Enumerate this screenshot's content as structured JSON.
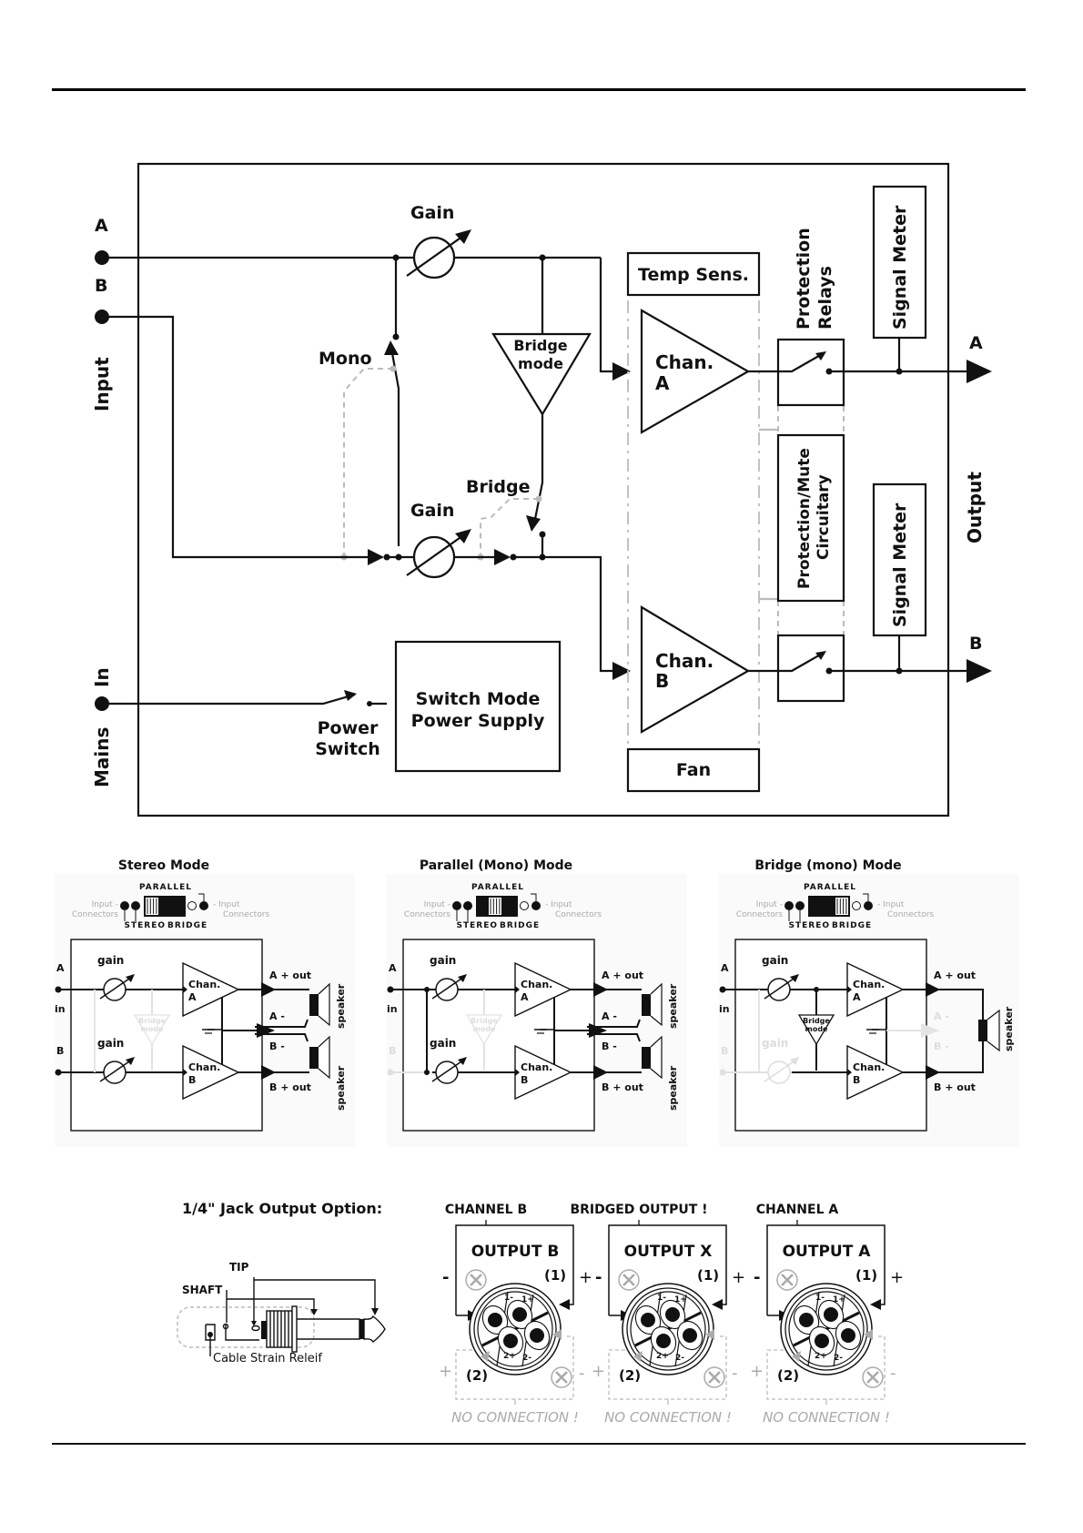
{
  "main_diagram": {
    "inputs": {
      "a": "A",
      "b": "B",
      "group_label": "Input"
    },
    "mains": {
      "in_label": "In",
      "mains_label": "Mains"
    },
    "gain_top": "Gain",
    "gain_bottom": "Gain",
    "mono_switch": "Mono",
    "bridge_switch": "Bridge",
    "bridge_mode": [
      "Bridge",
      "mode"
    ],
    "temp_sensor": "Temp Sens.",
    "fan": "Fan",
    "chan_a": [
      "Chan.",
      "A"
    ],
    "chan_b": [
      "Chan.",
      "B"
    ],
    "protection_relays": [
      "Protection",
      "Relays"
    ],
    "protection_mute": [
      "Protection/Mute",
      "Circuitary"
    ],
    "signal_meter_a": "Signal Meter",
    "signal_meter_b": "Signal Meter",
    "power_switch": [
      "Power",
      "Switch"
    ],
    "power_supply": [
      "Switch Mode",
      "Power Supply"
    ],
    "outputs": {
      "a": "A",
      "b": "B",
      "group_label": "Output"
    }
  },
  "modes": [
    {
      "title": "Stereo Mode",
      "switch_position": "stereo",
      "switch": {
        "parallel": "PARALLEL",
        "stereo": "STEREO",
        "bridge": "BRIDGE",
        "left_label": [
          "Input -",
          "Connectors"
        ],
        "right_label": [
          "- Input",
          "Connectors"
        ]
      },
      "labels": {
        "in_a": "A",
        "in_b": "B",
        "in": "in",
        "gain_a": "gain",
        "gain_b": "gain",
        "chan_a": [
          "Chan.",
          "A"
        ],
        "chan_b": [
          "Chan.",
          "B"
        ],
        "a_plus": "A + out",
        "a_minus": "A -",
        "b_minus": "B -",
        "b_plus": "B + out",
        "speaker_a": "speaker",
        "speaker_b": "speaker",
        "bridge_mode": [
          "Bridge",
          "mode"
        ]
      }
    },
    {
      "title": "Parallel (Mono) Mode",
      "switch_position": "parallel",
      "switch": {
        "parallel": "PARALLEL",
        "stereo": "STEREO",
        "bridge": "BRIDGE",
        "left_label": [
          "Input -",
          "Connectors"
        ],
        "right_label": [
          "- Input",
          "Connectors"
        ]
      },
      "labels": {
        "in_a": "A",
        "in_b": "B",
        "in": "in",
        "gain_a": "gain",
        "gain_b": "gain",
        "chan_a": [
          "Chan.",
          "A"
        ],
        "chan_b": [
          "Chan.",
          "B"
        ],
        "a_plus": "A + out",
        "a_minus": "A -",
        "b_minus": "B -",
        "b_plus": "B + out",
        "speaker_a": "speaker",
        "speaker_b": "speaker",
        "bridge_mode": [
          "Bridge",
          "mode"
        ]
      }
    },
    {
      "title": "Bridge (mono) Mode",
      "switch_position": "bridge",
      "switch": {
        "parallel": "PARALLEL",
        "stereo": "STEREO",
        "bridge": "BRIDGE",
        "left_label": [
          "Input -",
          "Connectors"
        ],
        "right_label": [
          "- Input",
          "Connectors"
        ]
      },
      "labels": {
        "in_a": "A",
        "in_b": "B",
        "in": "in",
        "gain_a": "gain",
        "gain_b": "gain",
        "chan_a": [
          "Chan.",
          "A"
        ],
        "chan_b": [
          "Chan.",
          "B"
        ],
        "a_plus": "A + out",
        "a_minus": "A -",
        "b_minus": "B -",
        "b_plus": "B + out",
        "speaker": "speaker",
        "bridge_mode": [
          "Bridge",
          "mode"
        ]
      }
    }
  ],
  "jack": {
    "title": "1/4\" Jack Output Option:",
    "tip": "TIP",
    "shaft": "SHAFT",
    "strain_relief": "Cable Strain Releif"
  },
  "speakon": [
    {
      "header": "CHANNEL B",
      "output": "OUTPUT B",
      "pin1": "(1)",
      "pin2": "(2)",
      "minus": "-",
      "plus": "+",
      "no_connection": "NO CONNECTION !",
      "pins": [
        "1-",
        "1+",
        "2+",
        "2-"
      ]
    },
    {
      "header": "BRIDGED OUTPUT !",
      "output": "OUTPUT X",
      "pin1": "(1)",
      "pin2": "(2)",
      "minus": "-",
      "plus": "+",
      "no_connection": "NO CONNECTION !",
      "pins": [
        "1-",
        "1+",
        "2+",
        "2-"
      ]
    },
    {
      "header": "CHANNEL A",
      "output": "OUTPUT A",
      "pin1": "(1)",
      "pin2": "(2)",
      "minus": "-",
      "plus": "+",
      "no_connection": "NO CONNECTION !",
      "pins": [
        "1-",
        "1+",
        "2+",
        "2-"
      ]
    }
  ]
}
